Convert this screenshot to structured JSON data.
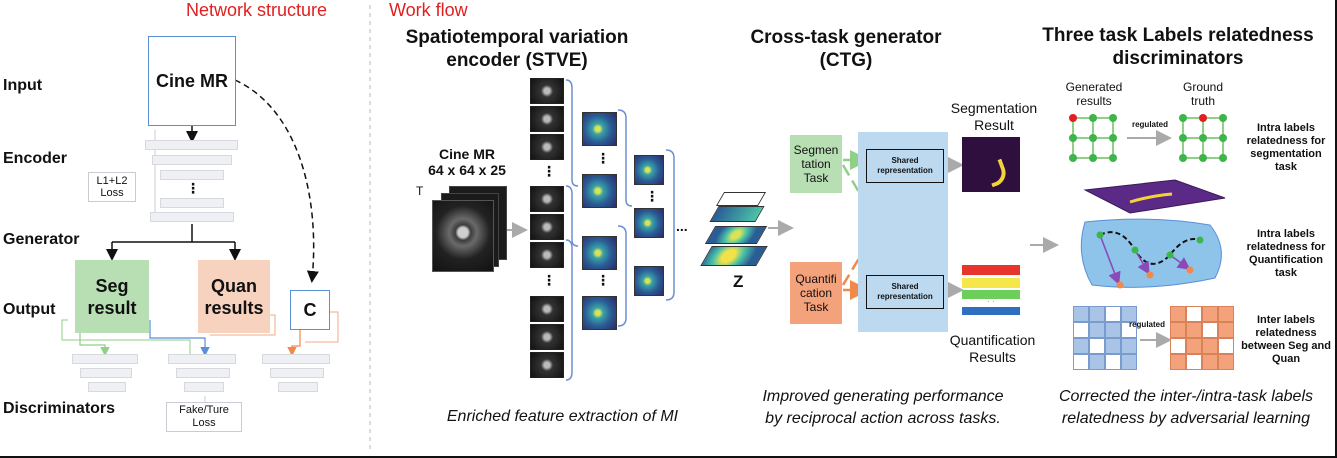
{
  "sections": {
    "network_title": "Network structure",
    "workflow_title": "Work flow"
  },
  "network": {
    "rows": {
      "input": "Input",
      "encoder": "Encoder",
      "generator": "Generator",
      "output": "Output",
      "discriminators": "Discriminators"
    },
    "cine_mr": "Cine MR",
    "loss_l1l2": [
      "L1+L2",
      "Loss"
    ],
    "ellipsis": "⋮",
    "seg_result": [
      "Seg",
      "result"
    ],
    "quan_results": [
      "Quan",
      "results"
    ],
    "c_box": "C",
    "fake_true_loss": [
      "Fake/Ture",
      "Loss"
    ],
    "colors": {
      "seg": "#b7dfb3",
      "quan": "#f7d2bf",
      "c_border": "#5b8fd6",
      "bar": "#eef0f3"
    }
  },
  "stve": {
    "title": [
      "Spatiotemporal variation",
      "encoder (STVE)"
    ],
    "cine_label": [
      "Cine MR",
      "64 x 64 x 25"
    ],
    "t_label": "T",
    "dots": "⋮",
    "hdots": "...",
    "caption": "Enriched feature extraction of MI"
  },
  "ctg": {
    "title": [
      "Cross-task generator",
      "(CTG)"
    ],
    "z_label": "Z",
    "seg_task": [
      "Segmen",
      "tation",
      "Task"
    ],
    "quant_task": [
      "Quantifi",
      "cation",
      "Task"
    ],
    "shared_rep": [
      "Shared",
      "representation"
    ],
    "seg_result": [
      "Segmentation",
      "Result"
    ],
    "quant_results": [
      "Quantification",
      "Results"
    ],
    "caption": [
      "Improved generating performance",
      "by reciprocal action across tasks."
    ]
  },
  "disc": {
    "title": [
      "Three task Labels relatedness",
      "discriminators"
    ],
    "generated": [
      "Generated",
      "results"
    ],
    "regulated": "regulated",
    "ground_truth": [
      "Ground",
      "truth"
    ],
    "intra_seg": [
      "Intra labels",
      "relatedness for",
      "segmentation",
      "task"
    ],
    "intra_quan": [
      "Intra labels",
      "relatedness for",
      "Quantification",
      "task"
    ],
    "inter": [
      "Inter labels",
      "relatedness",
      "between Seg and",
      "Quan"
    ],
    "caption": [
      "Corrected the inter-/intra-task labels",
      "relatedness by adversarial learning"
    ]
  }
}
